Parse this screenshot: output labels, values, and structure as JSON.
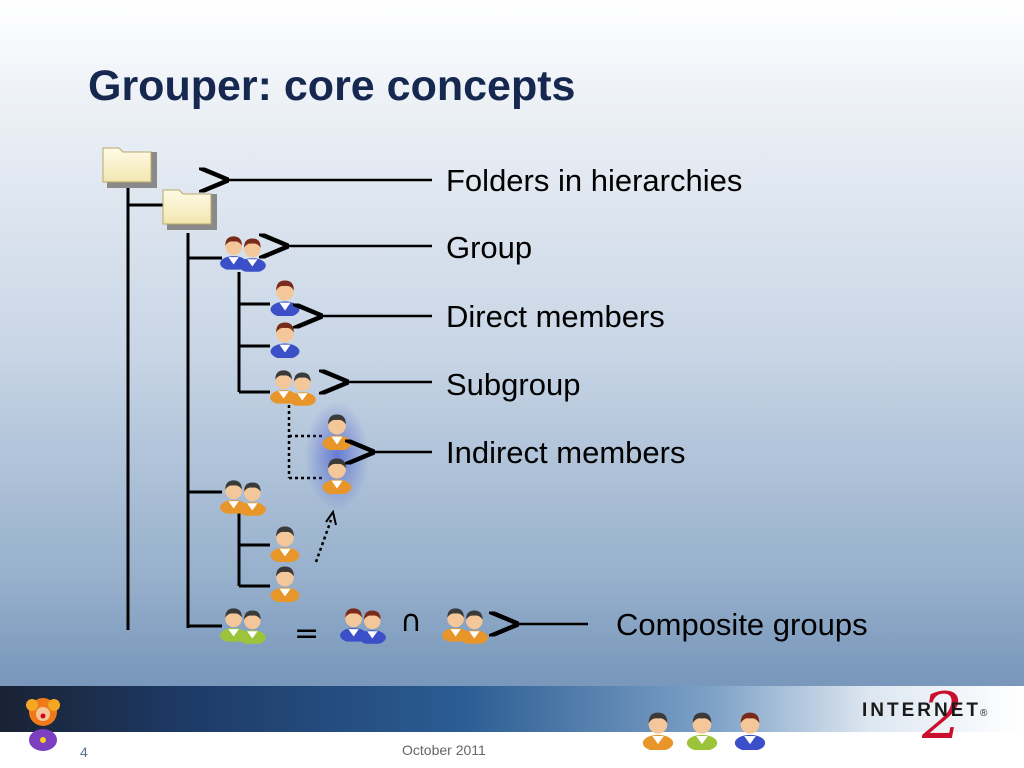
{
  "slide": {
    "title": "Grouper: core concepts",
    "page_number": "4",
    "date": "October 2011"
  },
  "labels": {
    "folders": "Folders in hierarchies",
    "group": "Group",
    "direct_members": "Direct members",
    "subgroup": "Subgroup",
    "indirect_members": "Indirect members",
    "composite_groups": "Composite groups"
  },
  "operators": {
    "equals": "=",
    "intersection": "∩"
  },
  "logo": {
    "brand": "INTERNET",
    "number": "2",
    "registered": "®"
  },
  "icons": {
    "folder": "folder-icon",
    "group_blue": "blue-group-icon",
    "group_orange": "orange-group-icon",
    "group_green": "green-group-icon",
    "person_blue": "blue-person-icon",
    "person_orange": "orange-person-icon",
    "person_green": "green-person-icon",
    "mascot": "grouper-mascot-icon"
  },
  "colors": {
    "title": "#16284f",
    "blue_person": "#3a4fc8",
    "orange_person": "#e8952a",
    "green_person": "#9cc43a",
    "logo_red": "#c8102e"
  }
}
